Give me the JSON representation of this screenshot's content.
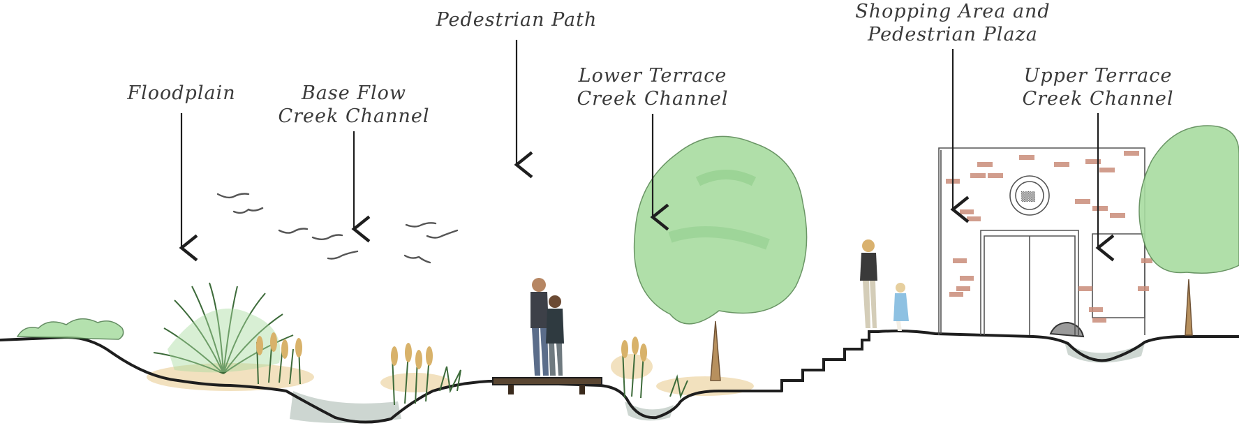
{
  "diagram": {
    "labels": {
      "floodplain": "Floodplain",
      "base_flow": [
        "Base Flow",
        "Creek Channel"
      ],
      "pedestrian_path": "Pedestrian Path",
      "lower_terrace": [
        "Lower Terrace",
        "Creek Channel"
      ],
      "shopping_area": [
        "Shopping Area and",
        "Pedestrian Plaza"
      ],
      "upper_terrace": [
        "Upper Terrace",
        "Creek Channel"
      ]
    },
    "colors": {
      "ink": "#1e1e1e",
      "foliage": "#a8dca0",
      "foliage_dark": "#7fc47a",
      "brick": "#c98d7a",
      "sand": "#e8c98a",
      "water": "#c8d2cc"
    }
  }
}
